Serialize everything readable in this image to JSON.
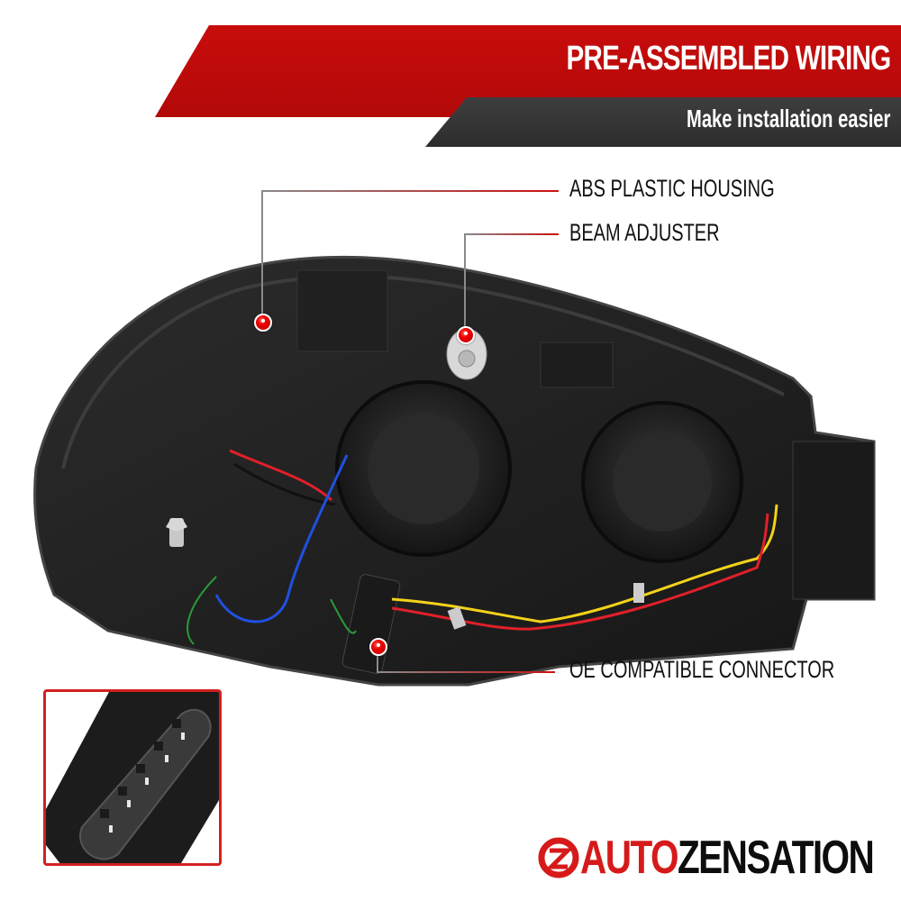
{
  "banner": {
    "title": "PRE-ASSEMBLED WIRING",
    "subtitle": "Make installation easier",
    "colors": {
      "red": "#c00c0c",
      "dark": "#353535",
      "text": "#ffffff"
    }
  },
  "callouts": [
    {
      "label": "ABS PLASTIC HOUSING",
      "target": "housing"
    },
    {
      "label": "BEAM ADJUSTER",
      "target": "beam-adjuster"
    },
    {
      "label": "OE COMPATIBLE CONNECTOR",
      "target": "connector"
    }
  ],
  "product": {
    "name": "Headlight assembly rear view",
    "icon": "headlight-icon",
    "wire_colors": [
      "#e0202a",
      "#2050e0",
      "#f2d21a",
      "#2a9a3a",
      "#111111"
    ]
  },
  "inset": {
    "subject": "connector-closeup",
    "border_color": "#d32020"
  },
  "brand": {
    "part1": "AUTO",
    "part2": "ZENSATION",
    "colors": {
      "part1": "#d61a1a",
      "part2": "#0d0d0d"
    },
    "icon": "autozensation-logo-icon"
  }
}
